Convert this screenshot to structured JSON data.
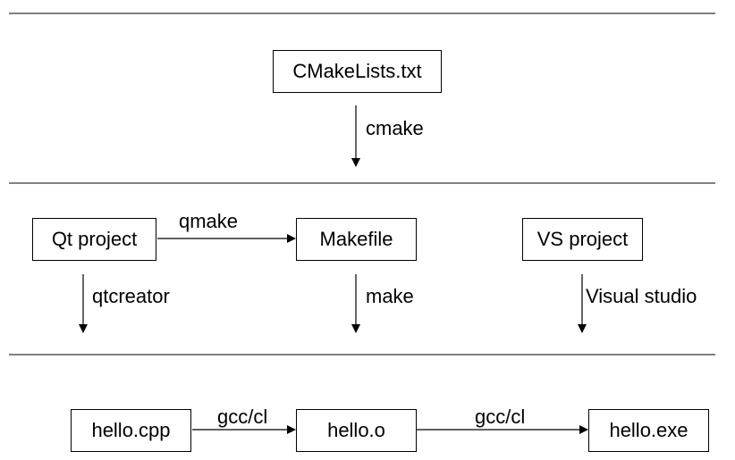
{
  "nodes": {
    "cmakelists": "CMakeLists.txt",
    "qt_project": "Qt project",
    "makefile": "Makefile",
    "vs_project": "VS project",
    "hello_cpp": "hello.cpp",
    "hello_o": "hello.o",
    "hello_exe": "hello.exe"
  },
  "edges": {
    "cmake": "cmake",
    "qmake": "qmake",
    "qtcreator": "qtcreator",
    "make": "make",
    "visual_studio": "Visual studio",
    "gcc_cl_1": "gcc/cl",
    "gcc_cl_2": "gcc/cl"
  }
}
